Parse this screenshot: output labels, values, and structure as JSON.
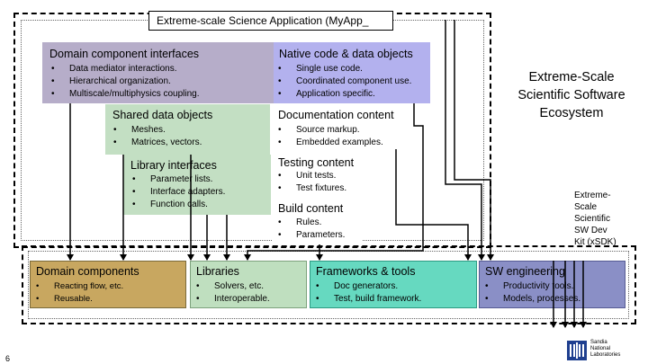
{
  "app_title": "Extreme-scale Science Application (MyApp_",
  "ecosystem_title": [
    "Extreme-Scale",
    "Scientific Software",
    "Ecosystem"
  ],
  "xsdk_label": [
    "Extreme-",
    "Scale",
    "Scientific",
    "SW Dev",
    "Kit (xSDK)"
  ],
  "slide_number": "6",
  "logo_text": [
    "Sandia",
    "National",
    "Laboratories"
  ],
  "boxes": {
    "domain_interfaces": {
      "title": "Domain component interfaces",
      "items": [
        "Data mediator interactions.",
        "Hierarchical organization.",
        "Multiscale/multiphysics coupling."
      ]
    },
    "native_code": {
      "title": "Native code & data objects",
      "items": [
        "Single use code.",
        "Coordinated component use.",
        "Application specific."
      ]
    },
    "shared_data": {
      "title": "Shared data objects",
      "items": [
        "Meshes.",
        "Matrices, vectors."
      ]
    },
    "documentation": {
      "title": "Documentation content",
      "items": [
        "Source markup.",
        "Embedded examples."
      ]
    },
    "library_interfaces": {
      "title": "Library interfaces",
      "items": [
        "Parameter lists.",
        "Interface adapters.",
        "Function calls."
      ]
    },
    "testing": {
      "title": "Testing content",
      "items": [
        "Unit tests.",
        "Test fixtures."
      ]
    },
    "build": {
      "title": "Build content",
      "items": [
        "Rules.",
        "Parameters."
      ]
    },
    "domain_components": {
      "title": "Domain components",
      "items": [
        "Reacting flow, etc.",
        "Reusable."
      ]
    },
    "libraries": {
      "title": "Libraries",
      "items": [
        "Solvers, etc.",
        "Interoperable."
      ]
    },
    "frameworks": {
      "title": "Frameworks & tools",
      "items": [
        "Doc generators.",
        "Test, build framework."
      ]
    },
    "sw_engineering": {
      "title": "SW engineering",
      "items": [
        "Productivity tools.",
        "Models, processes."
      ]
    }
  },
  "colors": {
    "domain_interfaces": "#b6adc9",
    "native_code": "#b3b1ee",
    "shared_data": "#c3dfc3",
    "documentation": "#ffffff",
    "library_interfaces": "#c3dfc3",
    "domain_components": "#c8a760",
    "libraries": "#bfdfbf",
    "frameworks": "#66d9c0",
    "sw_engineering": "#8a8fc6"
  }
}
